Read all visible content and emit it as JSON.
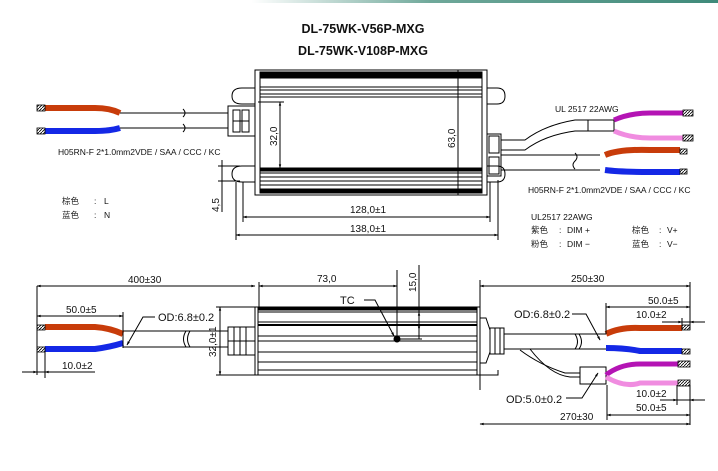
{
  "titles": [
    "DL-75WK-V56P-MXG",
    "DL-75WK-V108P-MXG"
  ],
  "top_view": {
    "input_cable_spec": "H05RN-F 2*1.0mm2VDE / SAA / CCC / KC",
    "output_cable_spec": "H05RN-F 2*1.0mm2VDE / SAA / CCC / KC",
    "dim_cable_spec": "UL 2517  22AWG",
    "dim_height_inner": "32,0",
    "dim_height_total": "63,0",
    "dim_mount_ear": "4,5",
    "dim_length_body": "128,0±1",
    "dim_length_total": "138,0±1",
    "legend_input": [
      {
        "color_cn": "棕色",
        "sep": ":",
        "value": "L"
      },
      {
        "color_cn": "蓝色",
        "sep": ":",
        "value": "N"
      }
    ],
    "legend_output_title": "UL2517  22AWG",
    "legend_output_dim": [
      {
        "color_cn": "紫色",
        "sep": ":",
        "value": "DIM +"
      },
      {
        "color_cn": "粉色",
        "sep": ":",
        "value": "DIM −"
      }
    ],
    "legend_output_power": [
      {
        "color_cn": "棕色",
        "sep": ":",
        "value": "V+"
      },
      {
        "color_cn": "蓝色",
        "sep": ":",
        "value": "V−"
      }
    ]
  },
  "side_view": {
    "input_total_length": "400±30",
    "input_strip_length": "50.0±5",
    "input_tip_length": "10.0±2",
    "input_cable_od": "OD:6.8±0.2",
    "body_height": "32,0±1",
    "tc_offset_x": "73,0",
    "tc_offset_y": "15,0",
    "tc_label": "TC",
    "output_total_length_upper": "250±30",
    "output_strip_upper": "50.0±5",
    "output_tip_upper": "10.0±2",
    "output_cable_od": "OD:6.8±0.2",
    "dim_cable_od": "OD:5.0±0.2",
    "output_tip_lower": "10.0±2",
    "output_strip_lower": "50.0±5",
    "output_total_length_lower": "270±30"
  },
  "wire_colors": {
    "brown": "#c83c0a",
    "blue": "#1428e6",
    "purple": "#b414b4",
    "pink": "#f08ce0"
  }
}
